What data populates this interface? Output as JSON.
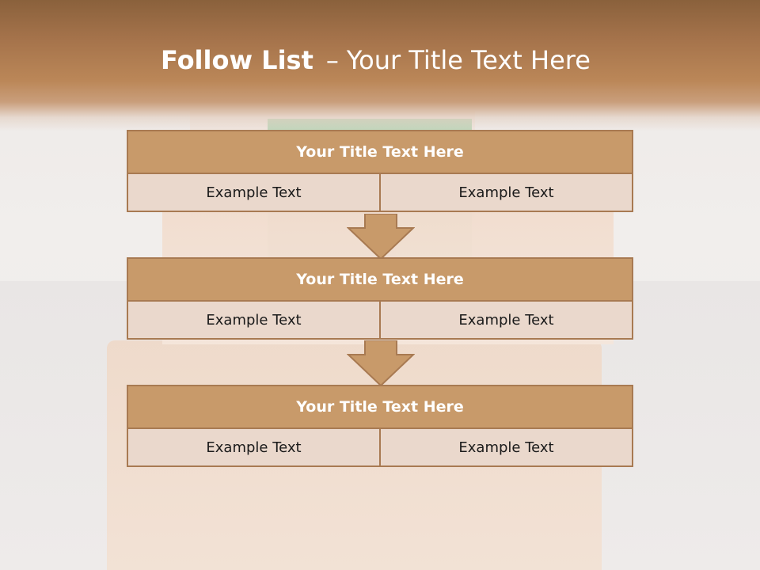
{
  "slide": {
    "title_bold": "Follow List",
    "title_separator": "–",
    "title_rest": "Your Title Text Here"
  },
  "blocks": [
    {
      "heading": "Your Title Text Here",
      "left_text": "Example Text",
      "right_text": "Example Text"
    },
    {
      "heading": "Your Title Text Here",
      "left_text": "Example Text",
      "right_text": "Example Text"
    },
    {
      "heading": "Your Title Text Here",
      "left_text": "Example Text",
      "right_text": "Example Text"
    }
  ],
  "arrows": [
    "down-arrow-icon",
    "down-arrow-icon"
  ],
  "colors": {
    "header_band": "#a5734b",
    "block_header": "#c89a6a",
    "block_border": "#a87a52",
    "block_cell": "#ead8cc",
    "arrow_fill": "#c89a6a"
  }
}
